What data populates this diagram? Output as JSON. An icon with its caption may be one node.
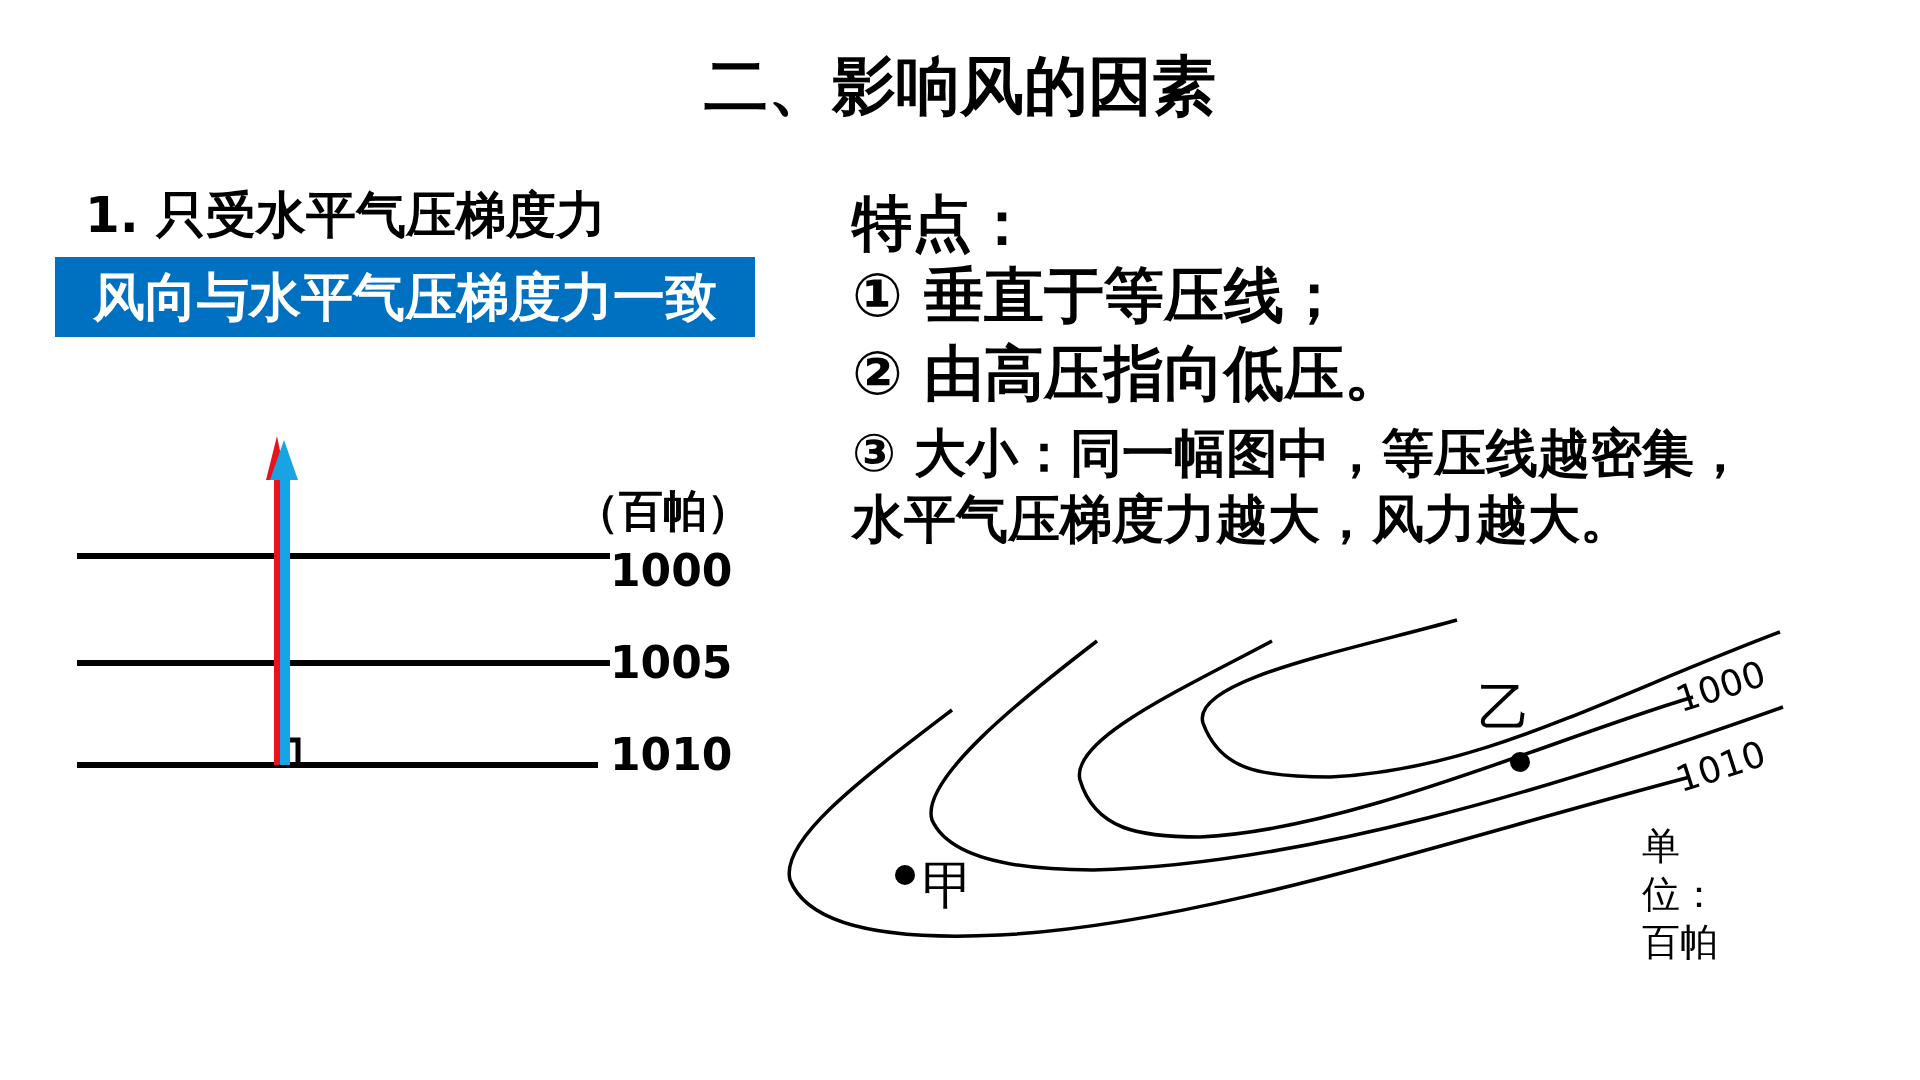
{
  "diagram": {
    "title": "二、影响风的因素",
    "nodes": [
      {
        "text": [
          "风向与水平气压梯度力一致"
        ]
      }
    ],
    "labels": [
      "1. 只受水平气压梯度力",
      "特点：",
      "① 垂直于等压线；",
      "② 由高压指向低压。",
      "③  大小：同一幅图中，等压线越密集，水平气压梯度力越大，风力越大。",
      "（百帕）",
      "1000",
      "1005",
      "1010",
      "乙",
      "1000",
      "1010",
      "甲",
      "单位：百帕"
    ]
  }
}
